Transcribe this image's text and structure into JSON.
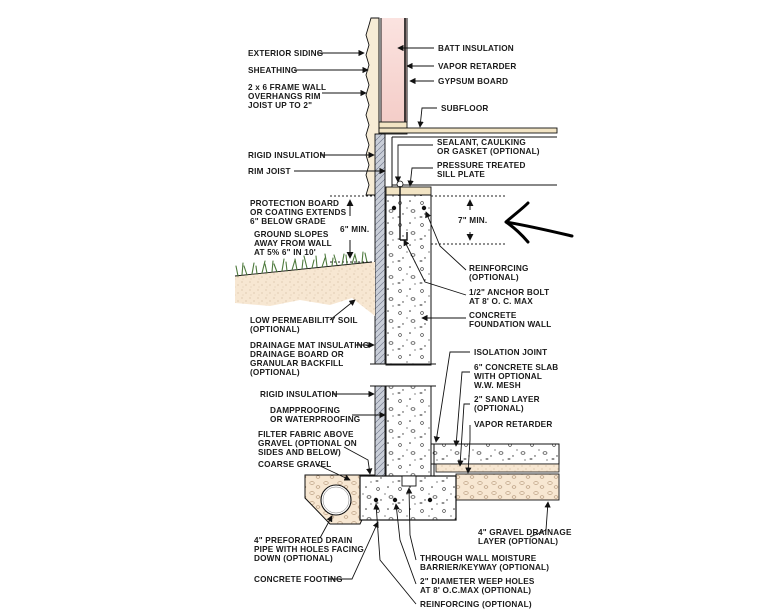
{
  "labels": {
    "exterior_siding": "EXTERIOR SIDING",
    "sheathing": "SHEATHING",
    "frame_wall": [
      "2 x 6 FRAME WALL",
      "OVERHANGS RIM",
      "JOIST UP TO 2\""
    ],
    "rigid_insulation_upper": "RIGID INSULATION",
    "rim_joist": "RIM JOIST",
    "protection_board": [
      "PROTECTION BOARD",
      "OR COATING EXTENDS",
      "6\" BELOW GRADE"
    ],
    "six_min": "6\" MIN.",
    "ground_slopes": [
      "GROUND SLOPES",
      "AWAY FROM WALL",
      "AT 5%   6\" IN 10'"
    ],
    "low_perm_soil": [
      "LOW PERMEABILITY SOIL",
      "(OPTIONAL)"
    ],
    "drainage_mat": [
      "DRAINAGE MAT INSULATING",
      "DRAINAGE BOARD OR",
      "GRANULAR BACKFILL",
      "(OPTIONAL)"
    ],
    "rigid_insulation_lower": "RIGID INSULATION",
    "dampproofing": [
      "DAMPPROOFING",
      "OR WATERPROOFING"
    ],
    "filter_fabric": [
      "FILTER FABRIC ABOVE",
      "GRAVEL (OPTIONAL ON",
      "SIDES AND BELOW)"
    ],
    "coarse_gravel": "COARSE GRAVEL",
    "drain_pipe": [
      "4\" PREFORATED DRAIN",
      "PIPE WITH HOLES FACING",
      "DOWN (OPTIONAL)"
    ],
    "concrete_footing": "CONCRETE FOOTING",
    "batt_insulation": "BATT INSULATION",
    "vapor_retarder_upper": "VAPOR RETARDER",
    "gypsum_board": "GYPSUM BOARD",
    "subfloor": "SUBFLOOR",
    "sealant": [
      "SEALANT, CAULKING",
      "OR GASKET (OPTIONAL)"
    ],
    "sill_plate": [
      "PRESSURE TREATED",
      "SILL PLATE"
    ],
    "seven_min": "7\" MIN.",
    "reinforcing_upper": [
      "REINFORCING",
      "(OPTIONAL)"
    ],
    "anchor_bolt": [
      "1/2\" ANCHOR BOLT",
      "AT 8' O. C. MAX"
    ],
    "foundation_wall": [
      "CONCRETE",
      "FOUNDATION WALL"
    ],
    "isolation_joint": "ISOLATION JOINT",
    "slab": [
      "6\" CONCRETE SLAB",
      "WITH OPTIONAL",
      "W.W. MESH"
    ],
    "sand_layer": [
      "2\" SAND LAYER",
      "(OPTIONAL)"
    ],
    "vapor_retarder_lower": "VAPOR RETARDER",
    "gravel_drainage": [
      "4\" GRAVEL DRAINAGE",
      "LAYER (OPTIONAL)"
    ],
    "moisture_barrier": [
      "THROUGH WALL MOISTURE",
      "BARRIER/KEYWAY (OPTIONAL)"
    ],
    "weep_holes": [
      "2\" DIAMETER WEEP HOLES",
      "AT 8' O.C.MAX (OPTIONAL)"
    ],
    "reinforcing_lower": "REINFORCING (OPTIONAL)"
  },
  "colors": {
    "ink": "#111111",
    "insulation_pink": "#f6d2cf",
    "wood": "#f2e4c4",
    "sand": "#f7e7d2",
    "concrete": "#ffffff",
    "rigid_blue": "#c9ced8",
    "grass": "#4e7a3d"
  }
}
